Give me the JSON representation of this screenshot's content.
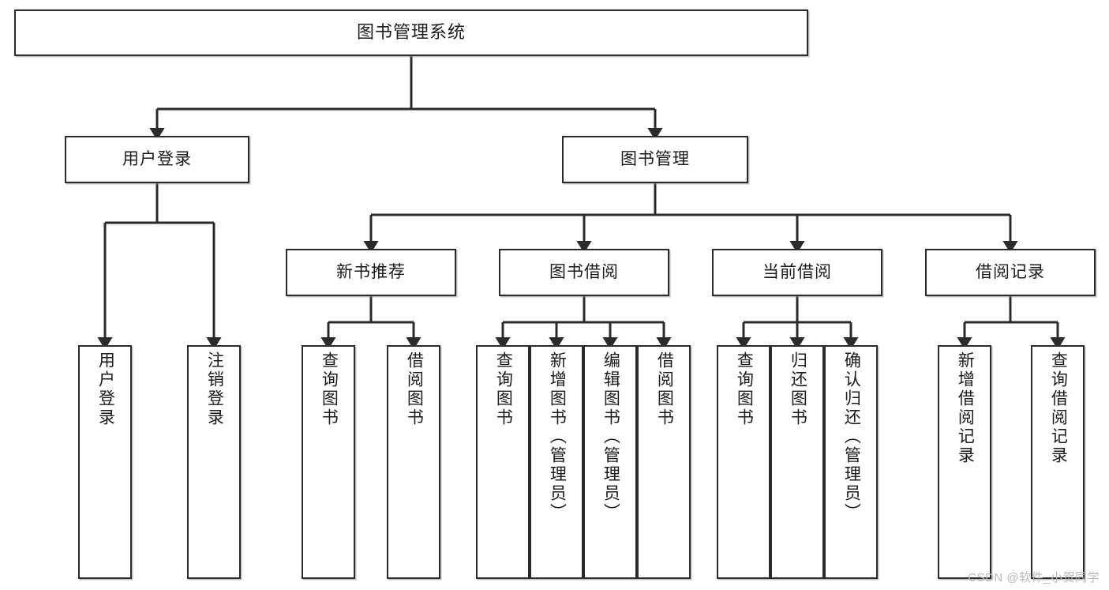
{
  "diagram": {
    "title": "图书管理系统",
    "type": "hierarchy-tree",
    "levels": 4,
    "root": {
      "id": "root",
      "label": "图书管理系统"
    },
    "level2": [
      {
        "id": "user-login",
        "label": "用户登录"
      },
      {
        "id": "book-management",
        "label": "图书管理"
      }
    ],
    "level3": [
      {
        "id": "new-book-recommend",
        "label": "新书推荐",
        "parent": "book-management"
      },
      {
        "id": "book-borrow",
        "label": "图书借阅",
        "parent": "book-management"
      },
      {
        "id": "current-borrow",
        "label": "当前借阅",
        "parent": "book-management"
      },
      {
        "id": "borrow-record",
        "label": "借阅记录",
        "parent": "book-management"
      }
    ],
    "leaves": [
      {
        "id": "leaf-user-login",
        "label": "用户登录",
        "parent": "user-login"
      },
      {
        "id": "leaf-logout-login",
        "label": "注销登录",
        "parent": "user-login"
      },
      {
        "id": "leaf-query-book-1",
        "label": "查询图书",
        "parent": "new-book-recommend"
      },
      {
        "id": "leaf-borrow-book-1",
        "label": "借阅图书",
        "parent": "new-book-recommend"
      },
      {
        "id": "leaf-query-book-2",
        "label": "查询图书",
        "parent": "book-borrow"
      },
      {
        "id": "leaf-add-book",
        "label": "新增图书（管理员）",
        "parent": "book-borrow"
      },
      {
        "id": "leaf-edit-book",
        "label": "编辑图书（管理员）",
        "parent": "book-borrow"
      },
      {
        "id": "leaf-borrow-book-2",
        "label": "借阅图书",
        "parent": "book-borrow"
      },
      {
        "id": "leaf-query-book-3",
        "label": "查询图书",
        "parent": "current-borrow"
      },
      {
        "id": "leaf-return-book",
        "label": "归还图书",
        "parent": "current-borrow"
      },
      {
        "id": "leaf-confirm-return",
        "label": "确认归还（管理员）",
        "parent": "current-borrow"
      },
      {
        "id": "leaf-add-borrow-record",
        "label": "新增借阅记录",
        "parent": "borrow-record"
      },
      {
        "id": "leaf-query-borrow-record",
        "label": "查询借阅记录",
        "parent": "borrow-record"
      }
    ],
    "colors": {
      "box_border": "#2b2b2b",
      "box_fill": "#ffffff",
      "connector": "#2b2b2b",
      "text": "#1b1b1b",
      "watermark": "#b9b9b9"
    }
  },
  "watermark": {
    "text": "CSDN @软件_小贺同学"
  }
}
